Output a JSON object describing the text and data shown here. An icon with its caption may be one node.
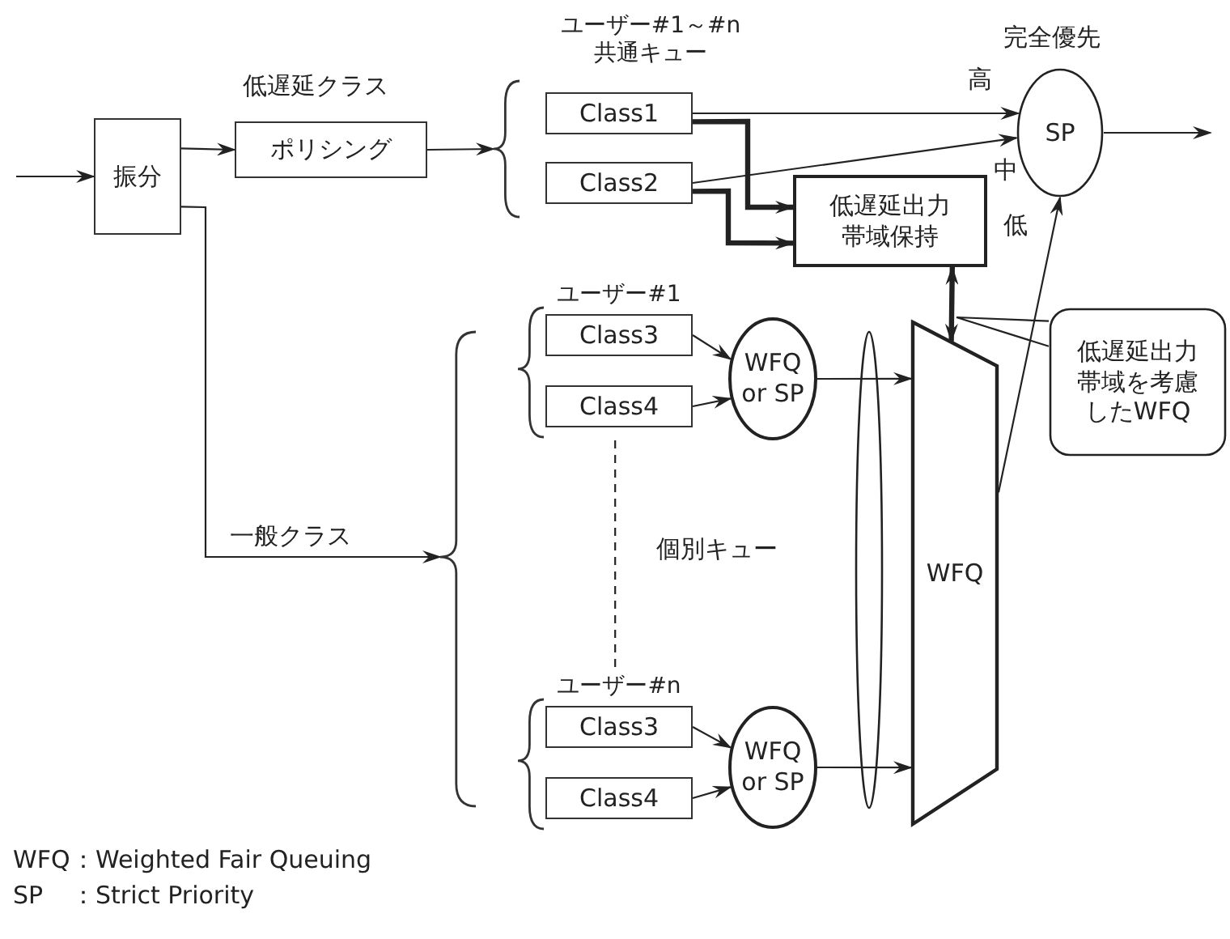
{
  "diagram": {
    "nodes": [
      {
        "text": [
          "振分"
        ]
      },
      {
        "text": [
          "ポリシング"
        ],
        "beside": [
          "低遅延クラス"
        ]
      },
      {
        "text": [
          "ユーザー#1～#n 共通キュー"
        ]
      },
      {
        "text": [
          "Class1"
        ],
        "in": 2
      },
      {
        "text": [
          "Class2"
        ],
        "in": 2
      },
      {
        "text": [
          "低遅延出力帯域保持"
        ]
      },
      {
        "text": [
          "SP"
        ],
        "beside": [
          "完全優先"
        ]
      },
      {
        "text": [
          "個別キュー"
        ]
      },
      {
        "text": [
          "ユーザー#1"
        ],
        "in": 7
      },
      {
        "text": [
          "Class3"
        ],
        "in": 8
      },
      {
        "text": [
          "Class4"
        ],
        "in": 8
      },
      {
        "text": [
          "WFQ or SP"
        ],
        "in": 7
      },
      {
        "text": [
          "ユーザー#n"
        ],
        "in": 7
      },
      {
        "text": [
          "Class3"
        ],
        "in": 12
      },
      {
        "text": [
          "Class4"
        ],
        "in": 12
      },
      {
        "text": [
          "WFQ or SP"
        ],
        "in": 7
      },
      {
        "text": [
          "WFQ"
        ]
      },
      {
        "text": [
          "低遅延出力帯域を考慮したWFQ"
        ]
      },
      {
        "text": [],
        "shape": "ellipse"
      }
    ],
    "edges": [
      {
        "from": null,
        "to": 0,
        "arrow": "to"
      },
      {
        "from": 0,
        "to": 1,
        "arrow": "to"
      },
      {
        "from": 1,
        "to": 2,
        "arrow": "to"
      },
      {
        "from": 0,
        "to": 7,
        "arrow": "to",
        "label": "一般クラス"
      },
      {
        "from": 3,
        "to": 6,
        "arrow": "to",
        "label": "高"
      },
      {
        "from": 4,
        "to": 6,
        "arrow": "to",
        "label": "中"
      },
      {
        "from": 3,
        "to": 5,
        "arrow": "to",
        "style": "thick"
      },
      {
        "from": 4,
        "to": 5,
        "arrow": "to",
        "style": "thick"
      },
      {
        "from": 6,
        "to": null,
        "arrow": "to"
      },
      {
        "from": 16,
        "to": 6,
        "arrow": "to",
        "label": "低"
      },
      {
        "from": 5,
        "to": 16,
        "arrow": "both",
        "style": "thick"
      },
      {
        "from": 9,
        "to": 11,
        "arrow": "to"
      },
      {
        "from": 10,
        "to": 11,
        "arrow": "to"
      },
      {
        "from": 11,
        "to": 16,
        "arrow": "to"
      },
      {
        "from": 13,
        "to": 15,
        "arrow": "to"
      },
      {
        "from": 14,
        "to": 15,
        "arrow": "to"
      },
      {
        "from": 15,
        "to": 16,
        "arrow": "to"
      },
      {
        "from": 17,
        "to": null,
        "arrow": "none"
      },
      {
        "from": 8,
        "to": 12,
        "arrow": "none",
        "style": "dashed"
      }
    ],
    "labels": [
      "WFQ",
      "：Weighted Fair Queuing",
      "SP",
      "：Strict Priority"
    ]
  }
}
